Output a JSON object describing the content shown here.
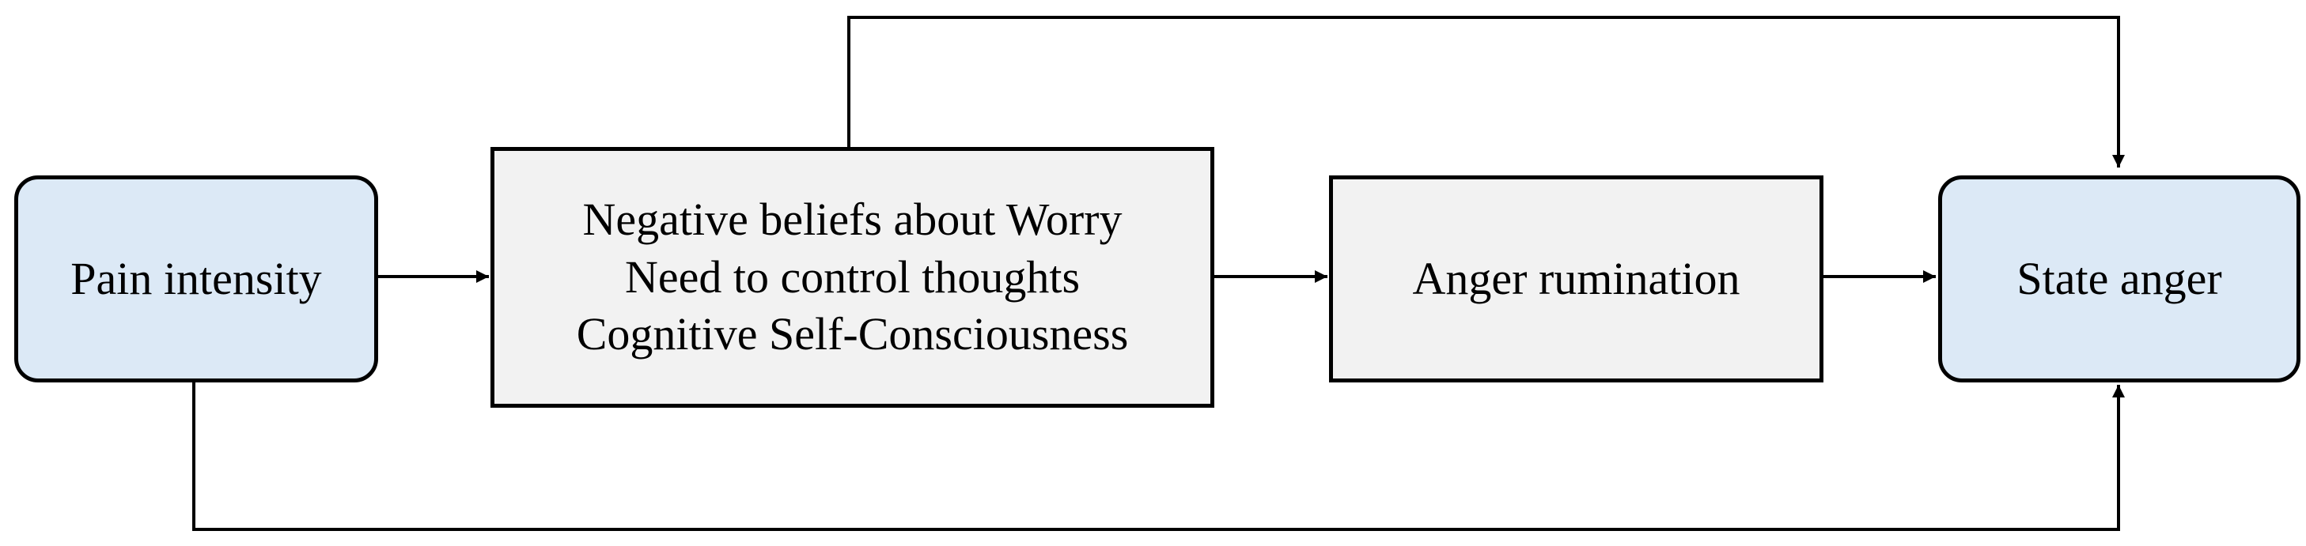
{
  "diagram": {
    "nodes": {
      "pain_intensity": {
        "label": "Pain intensity",
        "fill": "#dce9f6"
      },
      "mediator_beliefs": {
        "lines": [
          "Negative beliefs about Worry",
          "Need to control thoughts",
          "Cognitive Self-Consciousness"
        ],
        "fill": "#f2f2f2"
      },
      "anger_rumination": {
        "label": "Anger rumination",
        "fill": "#f2f2f2"
      },
      "state_anger": {
        "label": "State anger",
        "fill": "#dce9f6"
      }
    },
    "edges": [
      {
        "from": "Pain intensity",
        "to": "Negative beliefs about Worry"
      },
      {
        "from": "Negative beliefs about Worry",
        "to": "Anger rumination"
      },
      {
        "from": "Anger rumination",
        "to": "State anger"
      },
      {
        "from": "Negative beliefs about Worry",
        "to": "State anger"
      },
      {
        "from": "Pain intensity",
        "to": "State anger"
      }
    ],
    "colors": {
      "stroke": "#000000",
      "predictor_outcome_fill": "#dce9f6",
      "mediator_fill": "#f2f2f2"
    }
  }
}
